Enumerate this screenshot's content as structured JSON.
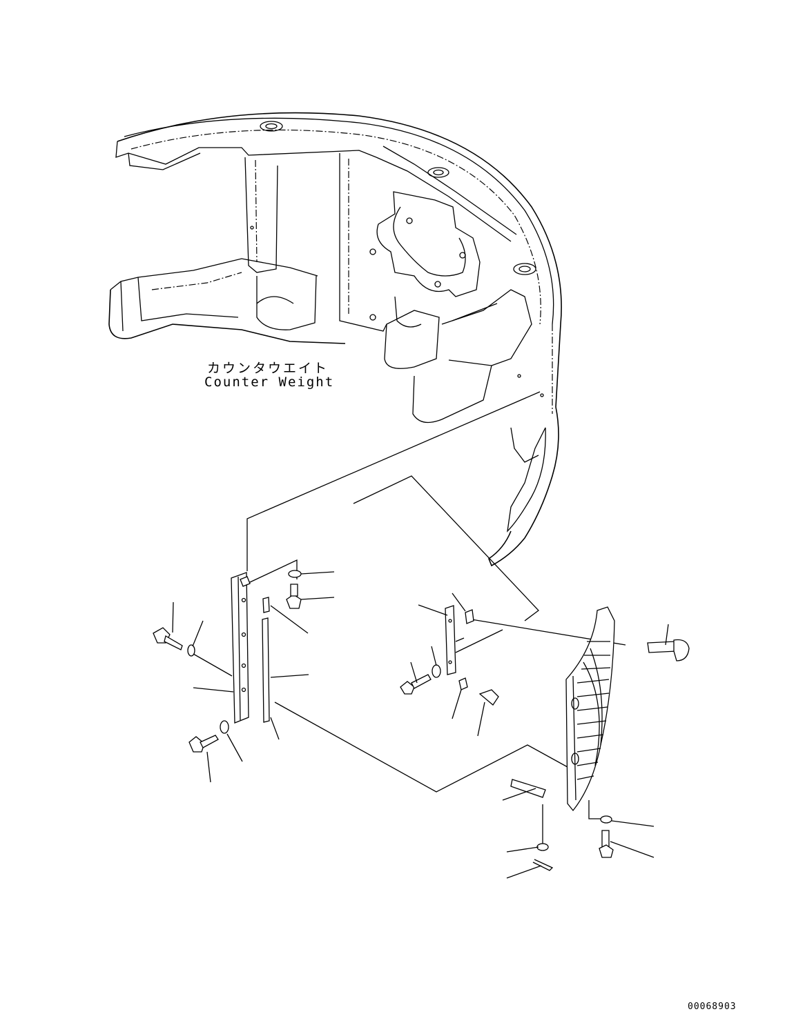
{
  "labels": {
    "counterweight_jp": "カウンタウエイト",
    "counterweight_en": "Counter Weight"
  },
  "figure_code": "00068903"
}
